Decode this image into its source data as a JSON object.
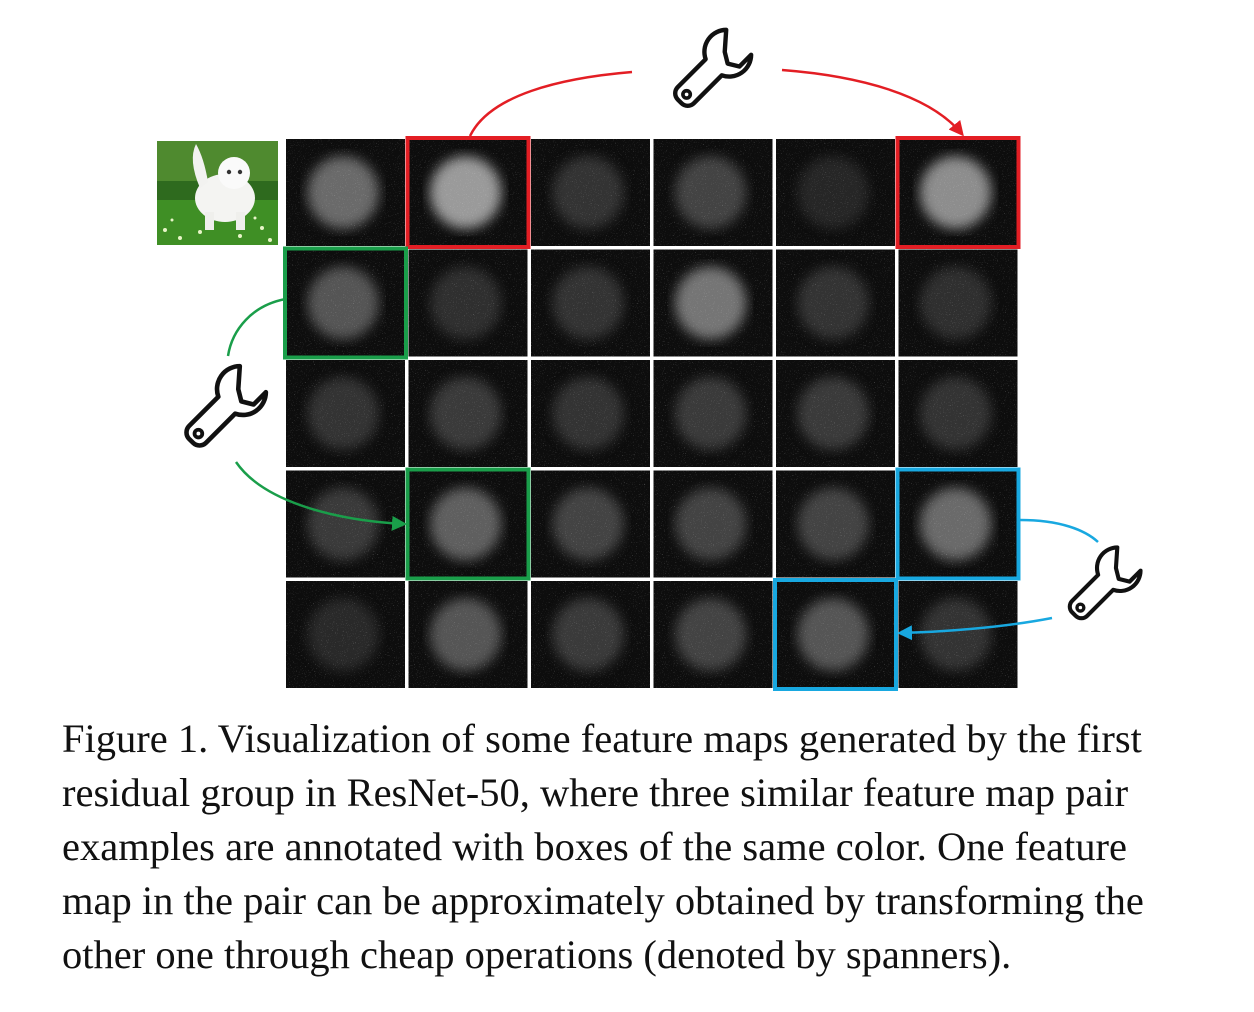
{
  "figure": {
    "grid": {
      "rows": 5,
      "cols": 6
    },
    "input_image": "white-cat-on-grass",
    "pairs": [
      {
        "color": "#e31e24",
        "from": {
          "row": 0,
          "col": 1
        },
        "to": {
          "row": 0,
          "col": 5
        },
        "operation": "wrench-icon"
      },
      {
        "color": "#1a9e4a",
        "from": {
          "row": 1,
          "col": 0
        },
        "to": {
          "row": 3,
          "col": 1
        },
        "operation": "wrench-icon"
      },
      {
        "color": "#18a8e0",
        "from": {
          "row": 3,
          "col": 5
        },
        "to": {
          "row": 4,
          "col": 4
        },
        "operation": "wrench-icon"
      }
    ]
  },
  "caption": {
    "lines": [
      "Figure 1. Visualization of some feature maps generated by the first",
      "residual group in ResNet-50, where three similar feature map pair",
      "examples are annotated with boxes of the same color. One feature",
      "map in the pair can be approximately obtained by transforming the",
      "other one through cheap operations (denoted by spanners)."
    ]
  }
}
